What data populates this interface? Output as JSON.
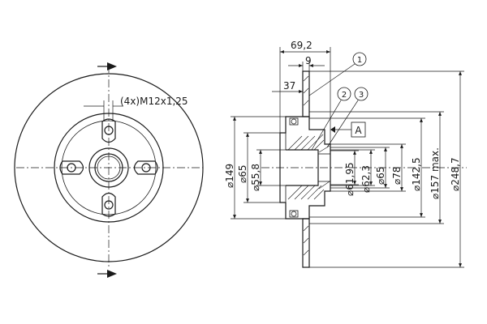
{
  "front_view": {
    "bolt_note": "(4x)M12x1,25"
  },
  "side_view": {
    "dims_top": {
      "d69_2": "69,2",
      "d9": "9",
      "d37": "37"
    },
    "balloons": [
      "1",
      "2",
      "3"
    ],
    "datum": "A",
    "diameters": {
      "d149": "149",
      "d65_outer": "65",
      "d55_8": "55,8",
      "d61_95": "61,95",
      "d62_3": "62,3",
      "d65_inner": "65",
      "d78": "78",
      "d142_5": "142,5",
      "d157": "157 max.",
      "d248_7": "248,7"
    },
    "diameter_symbol": "⌀"
  }
}
